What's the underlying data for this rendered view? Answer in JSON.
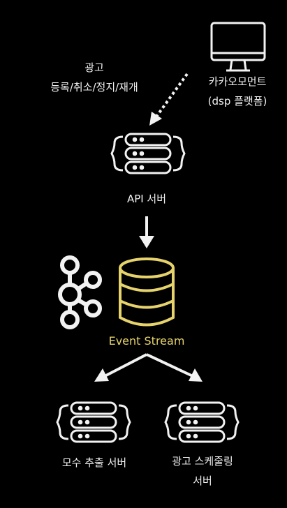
{
  "nodes": {
    "dsp": {
      "label_line1": "카카오모먼트",
      "label_line2": "(dsp 플랫폼)",
      "icon": "monitor-icon"
    },
    "ad_ops": {
      "label_line1": "광고",
      "label_line2": "등록/취소/정지/재개"
    },
    "api_server": {
      "label": "API 서버",
      "icon": "server-icon"
    },
    "event_stream": {
      "label": "Event Stream",
      "icon": "database-icon",
      "kafka_icon": "kafka-icon"
    },
    "aggregation_server": {
      "label": "모수 추출 서버",
      "icon": "server-icon"
    },
    "scheduling_server": {
      "label_line1": "광고 스케줄링",
      "label_line2": "서버",
      "icon": "server-icon"
    }
  },
  "colors": {
    "background": "#000000",
    "foreground": "#f2f2f2",
    "accent": "#e6d36c"
  }
}
